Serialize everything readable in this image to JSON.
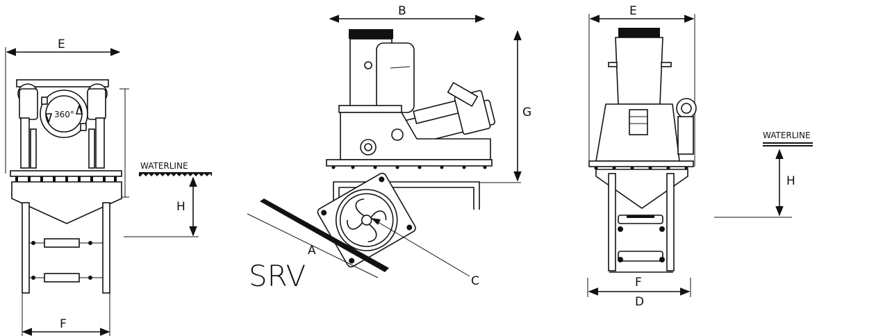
{
  "views": {
    "front": {
      "labels": {
        "E": "E",
        "F": "F",
        "H": "H",
        "waterline": "WATERLINE",
        "rotation": "360°"
      }
    },
    "side": {
      "labels": {
        "A": "A",
        "B": "B",
        "C": "C",
        "G": "G",
        "model": "SRV"
      }
    },
    "rear": {
      "labels": {
        "E": "E",
        "F": "F",
        "D": "D",
        "H": "H",
        "waterline": "WATERLINE"
      }
    }
  }
}
